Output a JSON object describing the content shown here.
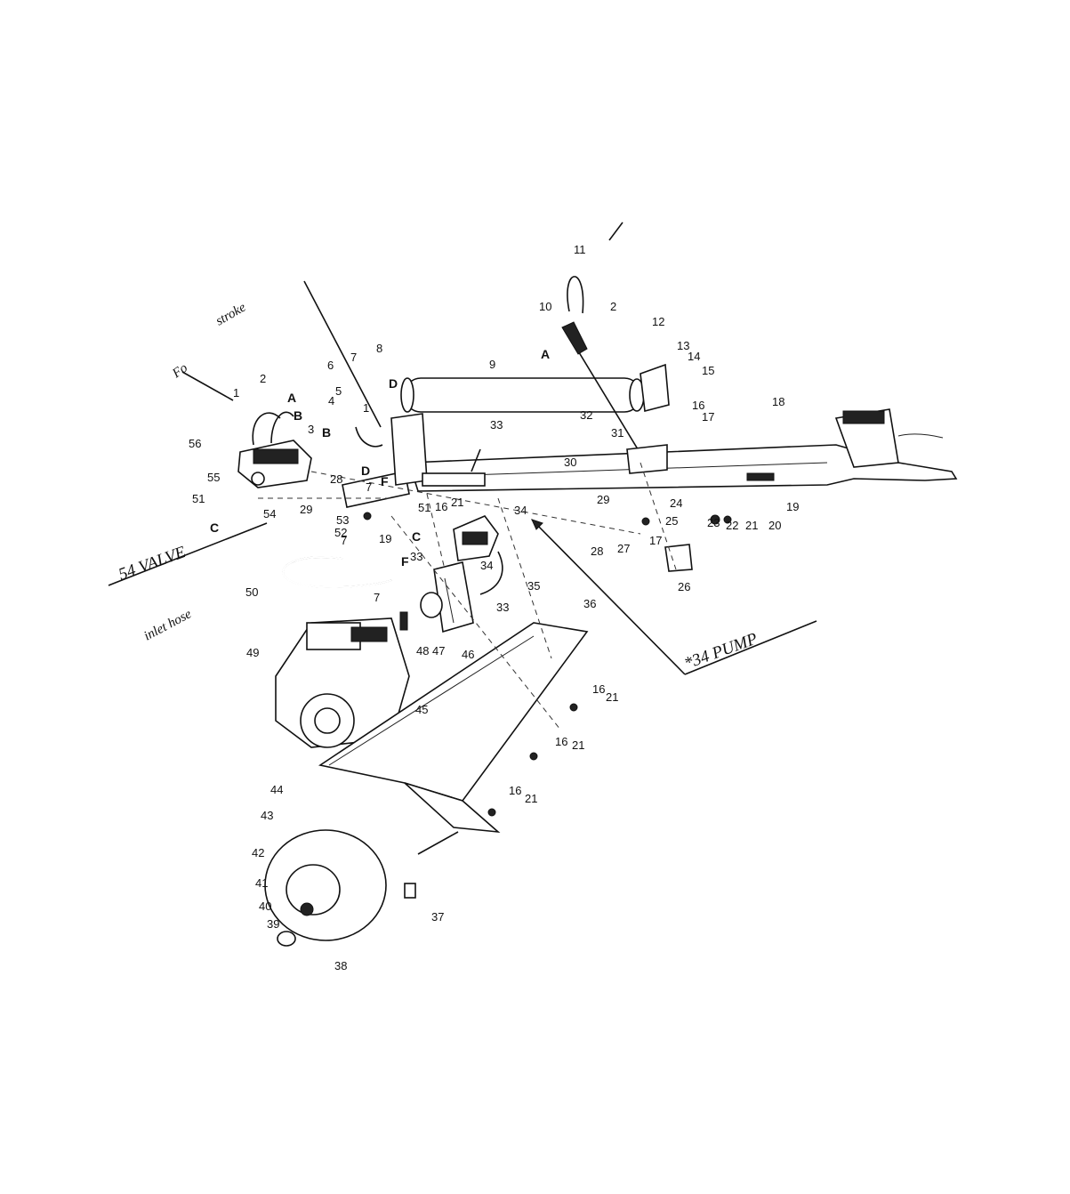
{
  "part_numbers": [
    "1",
    "2",
    "3",
    "4",
    "5",
    "6",
    "7",
    "8",
    "9",
    "10",
    "11",
    "12",
    "13",
    "14",
    "15",
    "16",
    "17",
    "18",
    "19",
    "20",
    "21",
    "22",
    "23",
    "24",
    "25",
    "26",
    "27",
    "28",
    "29",
    "30",
    "31",
    "32",
    "33",
    "34",
    "35",
    "36",
    "37",
    "38",
    "39",
    "40",
    "41",
    "42",
    "43",
    "44",
    "45",
    "46",
    "47",
    "48",
    "49",
    "50",
    "51",
    "52",
    "53",
    "54",
    "55",
    "56"
  ],
  "connection_letters": [
    "A",
    "B",
    "C",
    "D",
    "F"
  ],
  "handwritten_notes": {
    "valve": "54 VALVE",
    "pump": "*34 PUMP",
    "inlet_hose": "inlet hose",
    "stroke": "stroke",
    "fo": "Fo"
  }
}
